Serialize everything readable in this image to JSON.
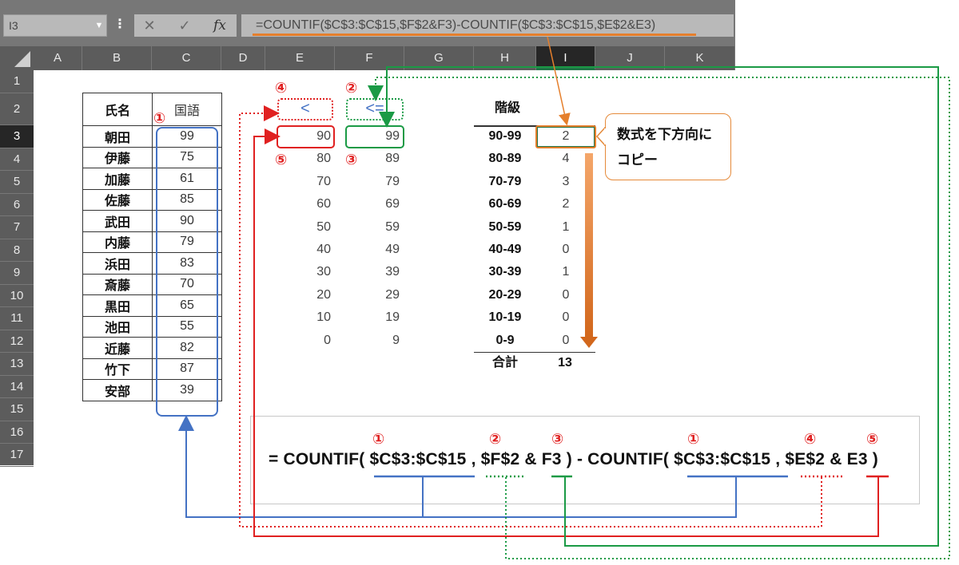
{
  "formula_bar": {
    "name_box": "I3",
    "more_icon": "⋮",
    "cancel_icon": "✕",
    "enter_icon": "✓",
    "fx_label": "fx",
    "formula": "=COUNTIF($C$3:$C$15,$F$2&F3)-COUNTIF($C$3:$C$15,$E$2&E3)"
  },
  "columns": [
    "A",
    "B",
    "C",
    "D",
    "E",
    "F",
    "G",
    "H",
    "I",
    "J",
    "K"
  ],
  "rows": [
    "1",
    "2",
    "3",
    "4",
    "5",
    "6",
    "7",
    "8",
    "9",
    "10",
    "11",
    "12",
    "13",
    "14",
    "15",
    "16",
    "17"
  ],
  "selected_column": "I",
  "selected_row": "3",
  "table": {
    "header_name": "氏名",
    "header_score": "国語",
    "rows": [
      {
        "name": "朝田",
        "score": "99"
      },
      {
        "name": "伊藤",
        "score": "75"
      },
      {
        "name": "加藤",
        "score": "61"
      },
      {
        "name": "佐藤",
        "score": "85"
      },
      {
        "name": "武田",
        "score": "90"
      },
      {
        "name": "内藤",
        "score": "79"
      },
      {
        "name": "浜田",
        "score": "83"
      },
      {
        "name": "斎藤",
        "score": "70"
      },
      {
        "name": "黒田",
        "score": "65"
      },
      {
        "name": "池田",
        "score": "55"
      },
      {
        "name": "近藤",
        "score": "82"
      },
      {
        "name": "竹下",
        "score": "87"
      },
      {
        "name": "安部",
        "score": "39"
      }
    ]
  },
  "ops": {
    "e": "<",
    "f": "<="
  },
  "e_values": [
    "90",
    "80",
    "70",
    "60",
    "50",
    "40",
    "30",
    "20",
    "10",
    "0"
  ],
  "f_values": [
    "99",
    "89",
    "79",
    "69",
    "59",
    "49",
    "39",
    "29",
    "19",
    "9"
  ],
  "class_header": "階級",
  "classes": [
    "90-99",
    "80-89",
    "70-79",
    "60-69",
    "50-59",
    "40-49",
    "30-39",
    "20-29",
    "10-19",
    "0-9"
  ],
  "counts": [
    "2",
    "4",
    "3",
    "2",
    "1",
    "0",
    "1",
    "0",
    "0",
    "0"
  ],
  "total_label": "合計",
  "total_value": "13",
  "tip": {
    "line1": "数式を下方向に",
    "line2": "コピー"
  },
  "markers": {
    "m1": "①",
    "m2": "②",
    "m3": "③",
    "m4": "④",
    "m5": "⑤"
  },
  "big_formula": {
    "p1": "= COUNTIF( ",
    "a1": "$C$3:$C$15",
    "p2": " , ",
    "a2": "$F$2",
    "p3": " & ",
    "a3": "F3",
    "p4": " ) - COUNTIF( ",
    "a4": "$C$3:$C$15",
    "p5": " , ",
    "a5": "$E$2",
    "p6": " & ",
    "a6": "E3",
    "p7": " )"
  },
  "colors": {
    "blue": "#4472c4",
    "green": "#1a9a45",
    "red": "#e02020",
    "orange": "#e57f2c"
  }
}
